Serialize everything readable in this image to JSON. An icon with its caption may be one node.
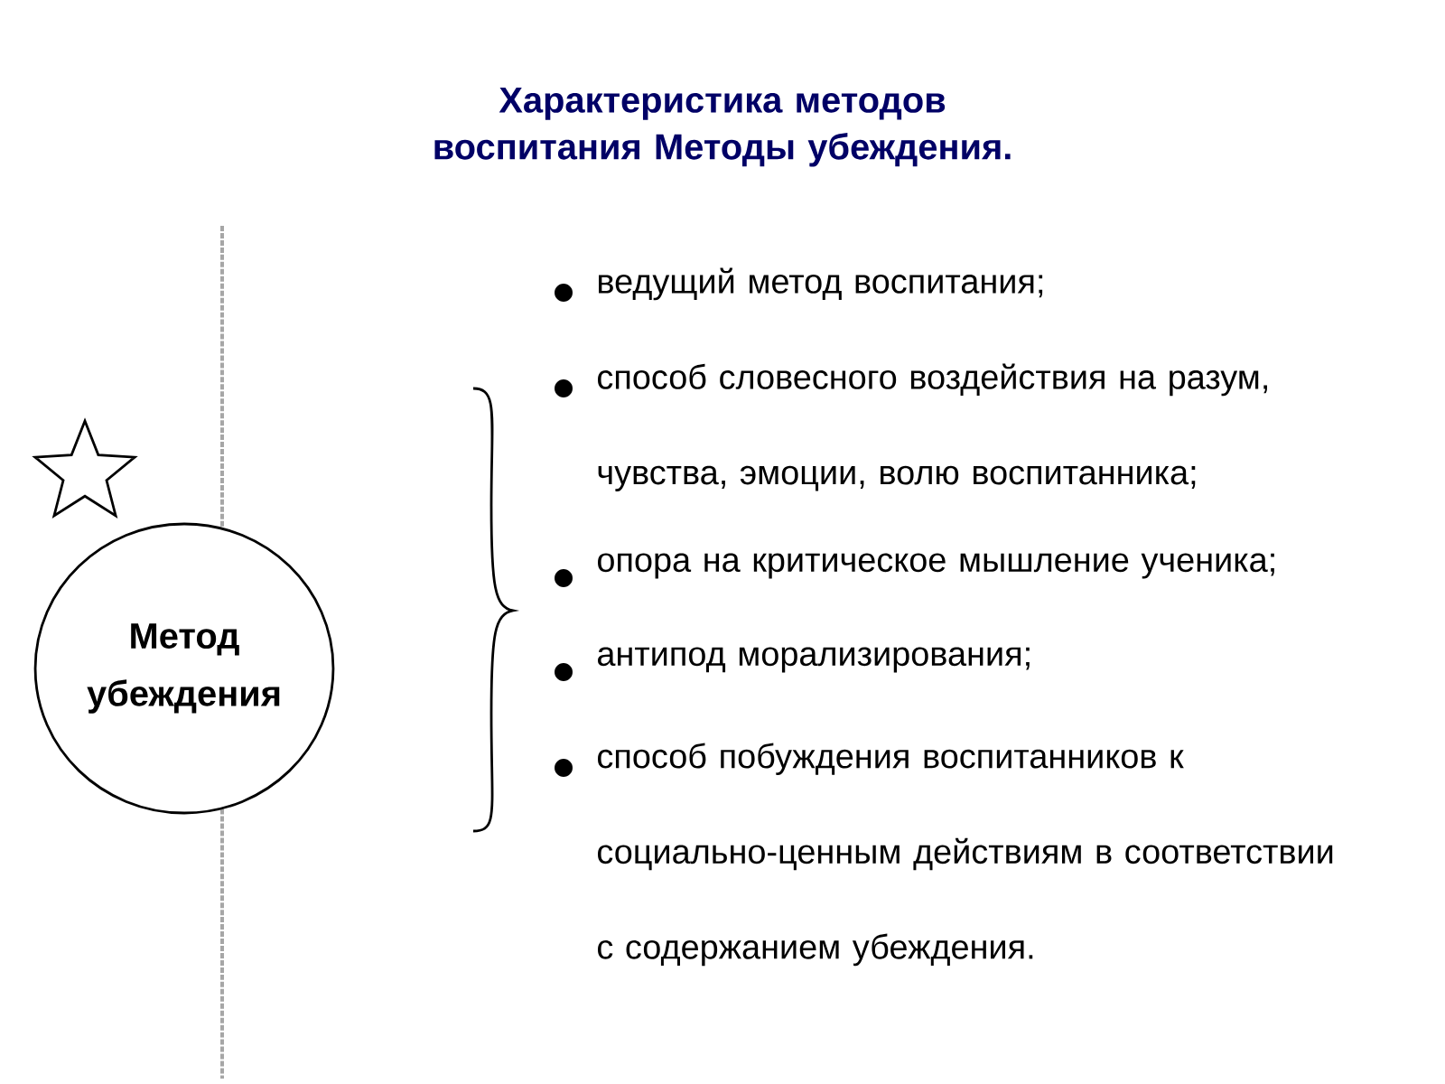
{
  "diagram": {
    "title": "Характеристика методов воспитания Методы убеждения.",
    "nodes": [
      {
        "text": [
          "Метод убеждения"
        ]
      }
    ],
    "labels": [
      "ведущий метод воспитания;",
      "способ словесного воздействия на разум, чувства, эмоции, волю воспитанника;",
      "опора на критическое мышление ученика;",
      "антипод морализирования;",
      "способ побуждения воспитанников к социально-ценным действиям в соответствии с содержанием убеждения."
    ]
  }
}
